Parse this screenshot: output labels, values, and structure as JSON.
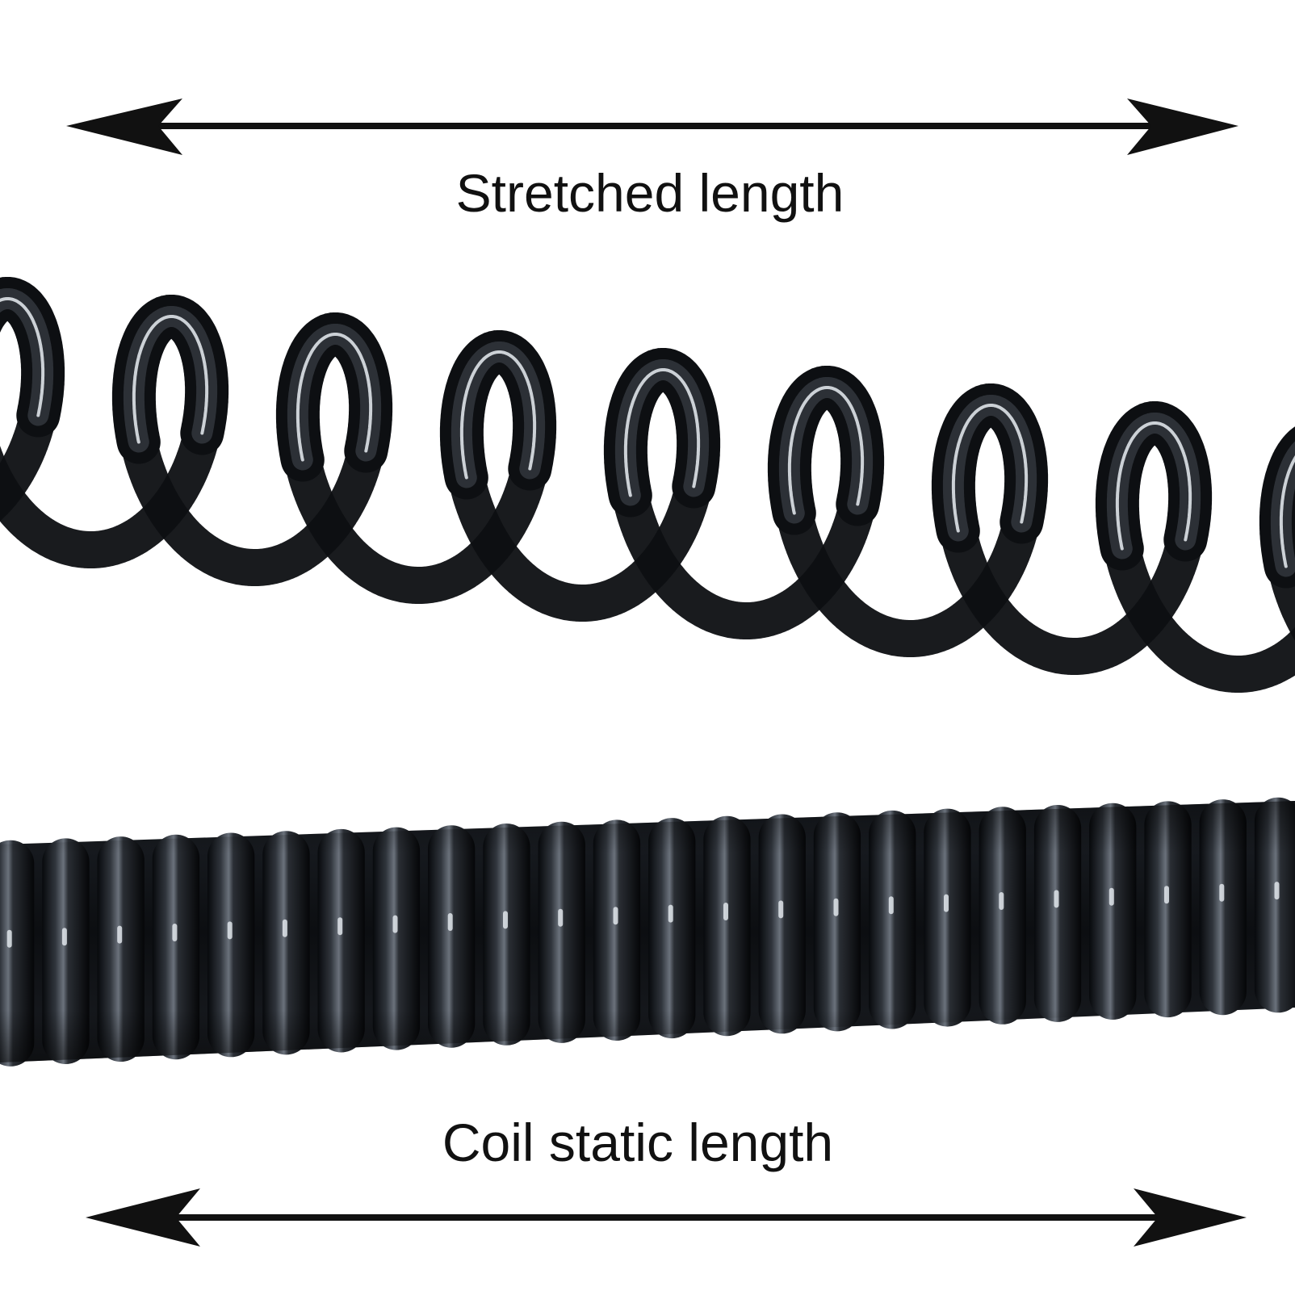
{
  "labels": {
    "stretched": "Stretched length",
    "static": "Coil static length"
  },
  "colors": {
    "background": "#ffffff",
    "arrow": "#111111",
    "coil_dark": "#0d0f12",
    "coil_mid": "#3a3f46",
    "coil_highlight": "#e9edf2"
  },
  "objects": {
    "stretched_coil_turns": 8,
    "compressed_coil_turns": 24
  }
}
